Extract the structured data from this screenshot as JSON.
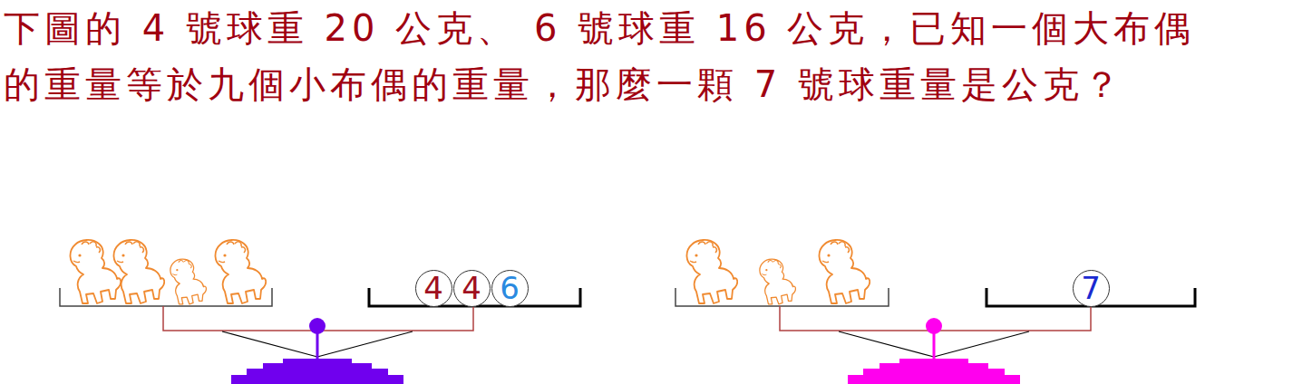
{
  "diagram": {
    "title": "下圖的 4 號球重 20 公克、 6 號球重 16 公克，已知一個大布偶 的重量等於九個小布偶的重量，那麼一顆 7 號球重量是公克？",
    "nodes": [
      {
        "text": [
          "4"
        ]
      },
      {
        "text": [
          "4"
        ]
      },
      {
        "text": [
          "6"
        ]
      },
      {
        "text": [
          "7"
        ]
      }
    ]
  }
}
